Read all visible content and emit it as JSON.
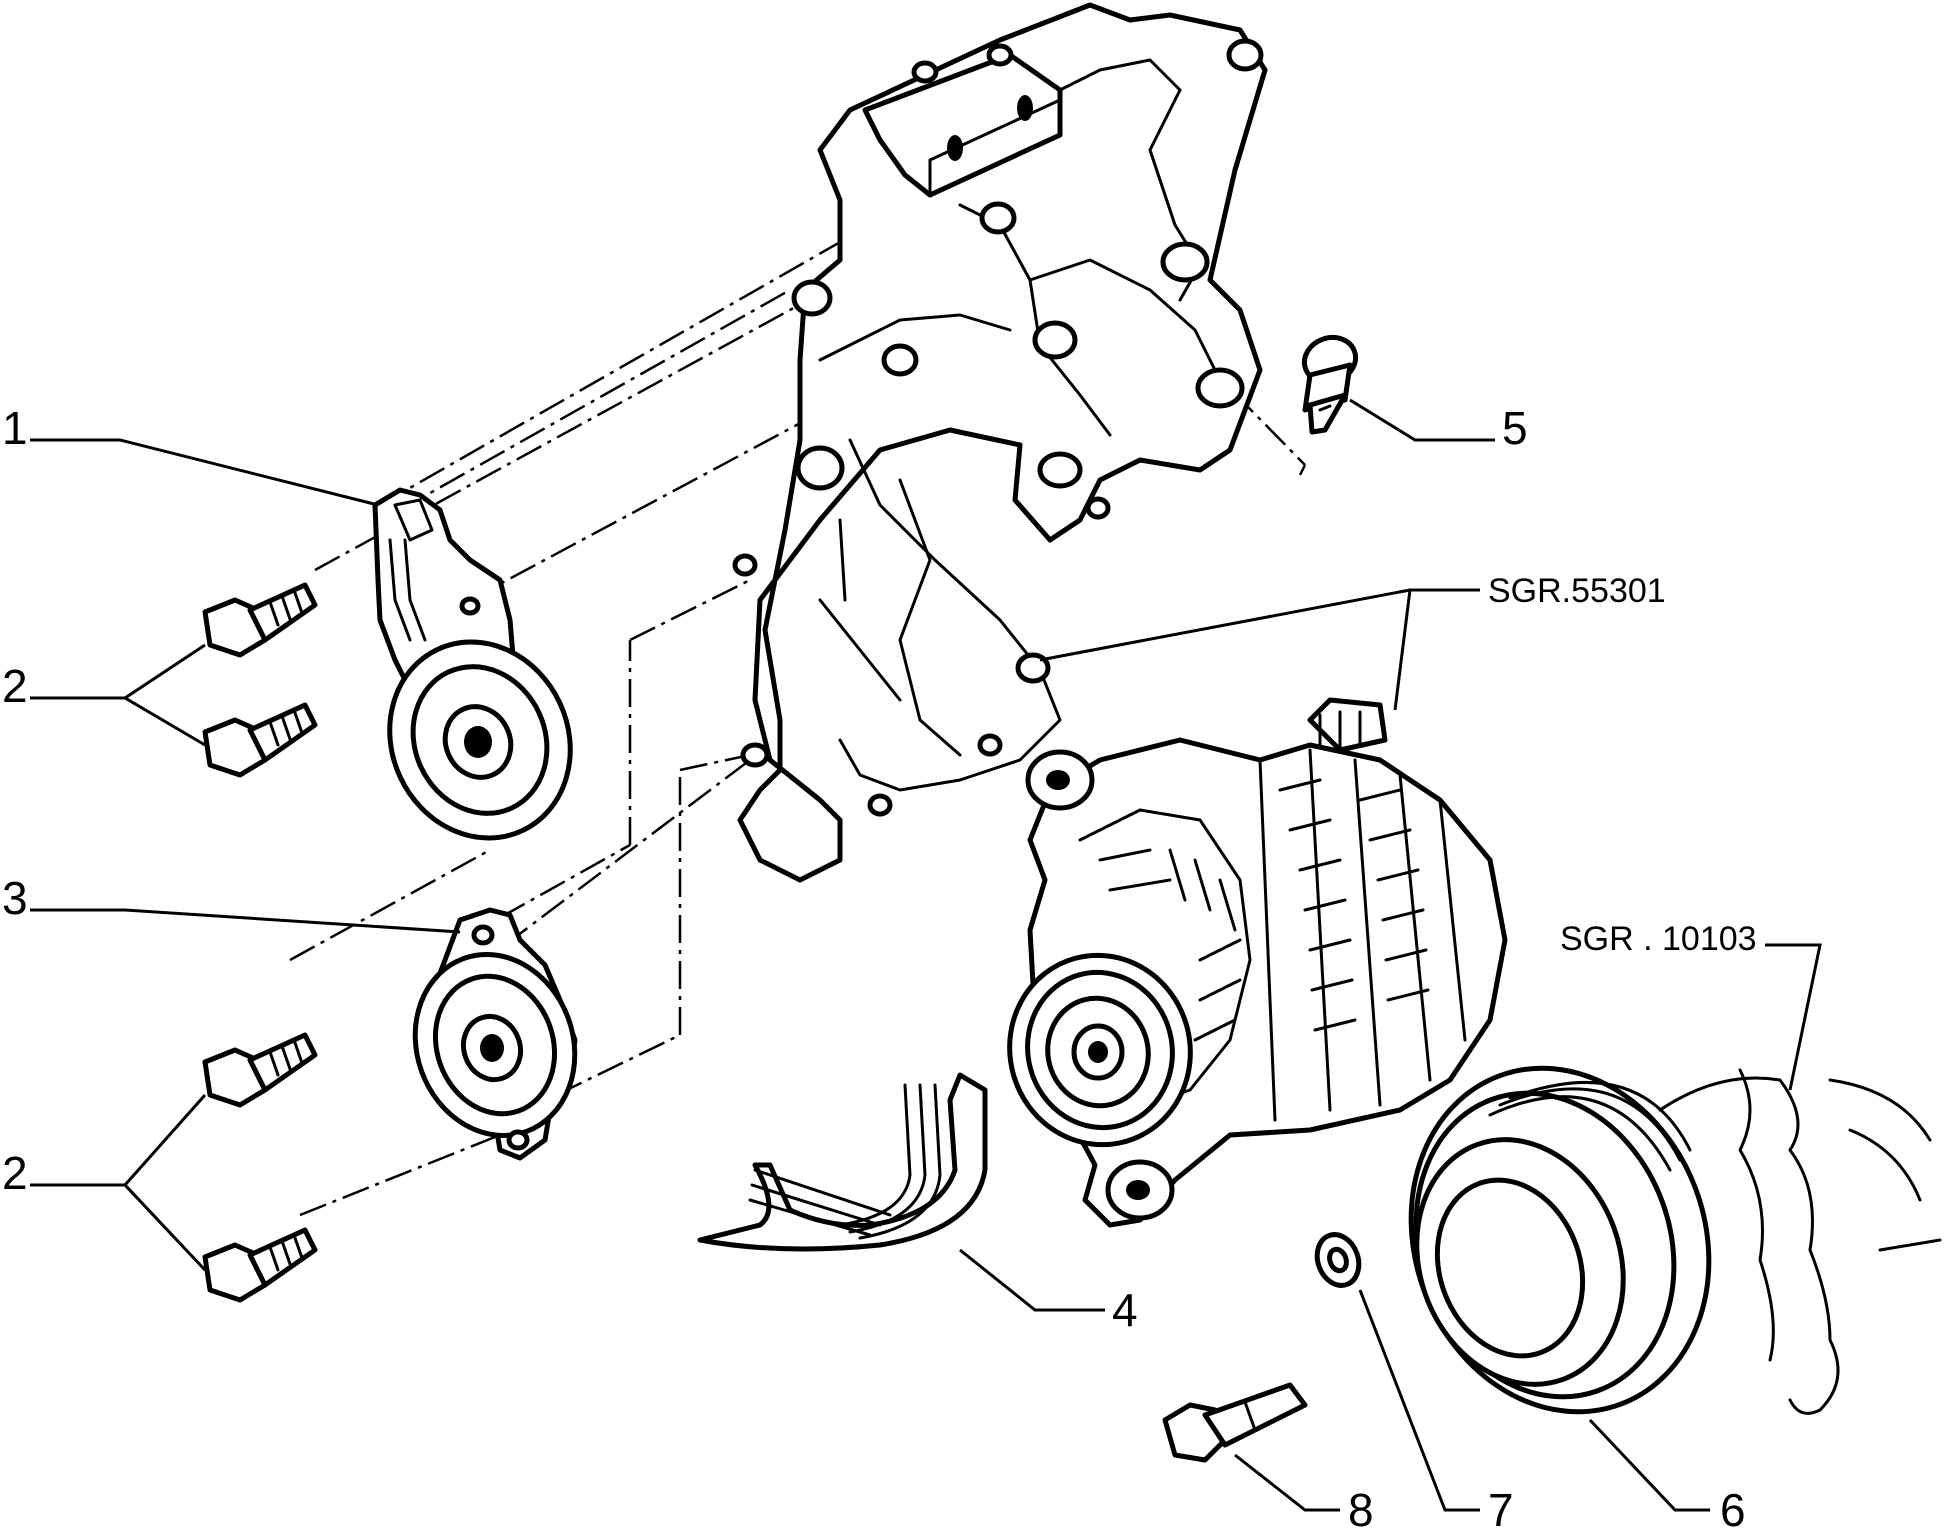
{
  "callouts": {
    "c1": "1",
    "c2a": "2",
    "c3": "3",
    "c2b": "2",
    "c4": "4",
    "c5": "5",
    "c6": "6",
    "c7": "7",
    "c8": "8"
  },
  "references": {
    "r1": "SGR.55301",
    "r2": "SGR . 10103"
  }
}
